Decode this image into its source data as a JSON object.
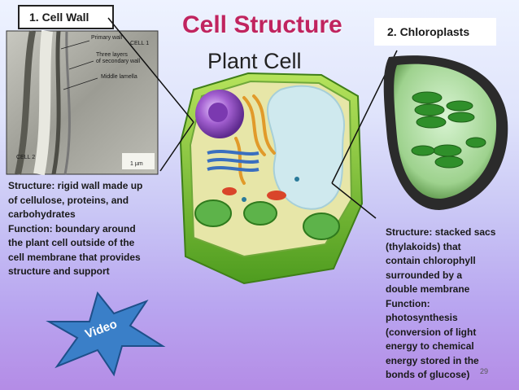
{
  "slide": {
    "title": "Cell Structure",
    "subtitle": "Plant Cell",
    "page_number": "29",
    "cell_wall": {
      "heading": "1. Cell Wall",
      "micrograph_labels": {
        "primary_wall": "Primary wall",
        "cell1": "CELL 1",
        "three_layers": "Three layers\nof secondary wall",
        "middle_lamella": "Middle lamella",
        "cell2": "CELL 2",
        "scale": "1 µm"
      },
      "description": "Structure: rigid wall made up\nof cellulose, proteins, and\ncarbohydrates\nFunction: boundary around\nthe plant cell outside of the\ncell membrane that provides\nstructure and support"
    },
    "chloroplasts": {
      "heading": "2. Chloroplasts",
      "description": "Structure: stacked sacs\n(thylakoids) that\ncontain chlorophyll\nsurrounded by a\ndouble membrane\nFunction:\nphotosynthesis\n(conversion of light\nenergy to chemical\nenergy stored in the\nbonds of glucose)"
    },
    "video_label": "Video"
  },
  "colors": {
    "title": "#c0245f",
    "cell_wall_green": "#7fc63a",
    "nucleus_purple": "#a25fd0",
    "vacuole": "#cfe9ee",
    "video_star": "#3a7fc8"
  }
}
